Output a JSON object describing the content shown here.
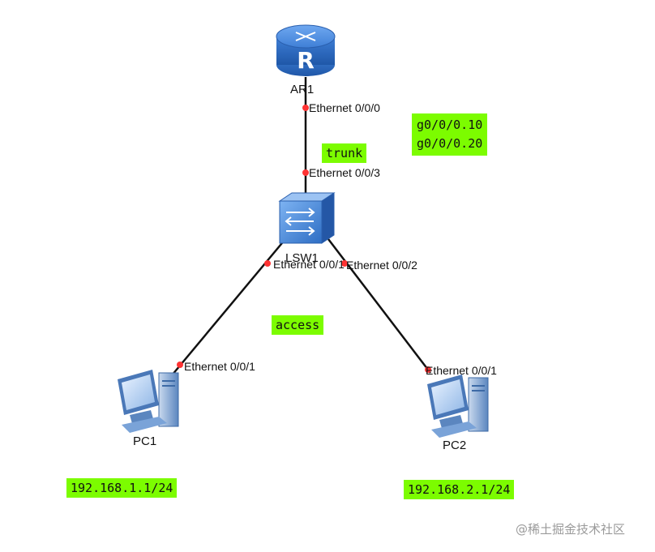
{
  "devices": {
    "router": {
      "name": "AR1"
    },
    "switch": {
      "name": "LSW1"
    },
    "pc1": {
      "name": "PC1"
    },
    "pc2": {
      "name": "PC2"
    }
  },
  "ports": {
    "ar1_port": "Ethernet 0/0/0",
    "sw_uplink_port": "Ethernet 0/0/3",
    "sw_port_pc1": "Ethernet 0/0/1",
    "sw_port_pc2": "Ethernet 0/0/2",
    "pc1_port": "Ethernet 0/0/1",
    "pc2_port": "Ethernet 0/0/1"
  },
  "annotations": {
    "subinterfaces": [
      "g0/0/0.10",
      "g0/0/0.20"
    ],
    "trunk": "trunk",
    "access": "access",
    "pc1_ip": "192.168.1.1/24",
    "pc2_ip": "192.168.2.1/24"
  },
  "colors": {
    "highlight": "#7cfc00",
    "port_dot": "#ff3333",
    "link": "#111111",
    "device_blue": "#3f7fd6"
  },
  "watermark": "@稀土掘金技术社区"
}
